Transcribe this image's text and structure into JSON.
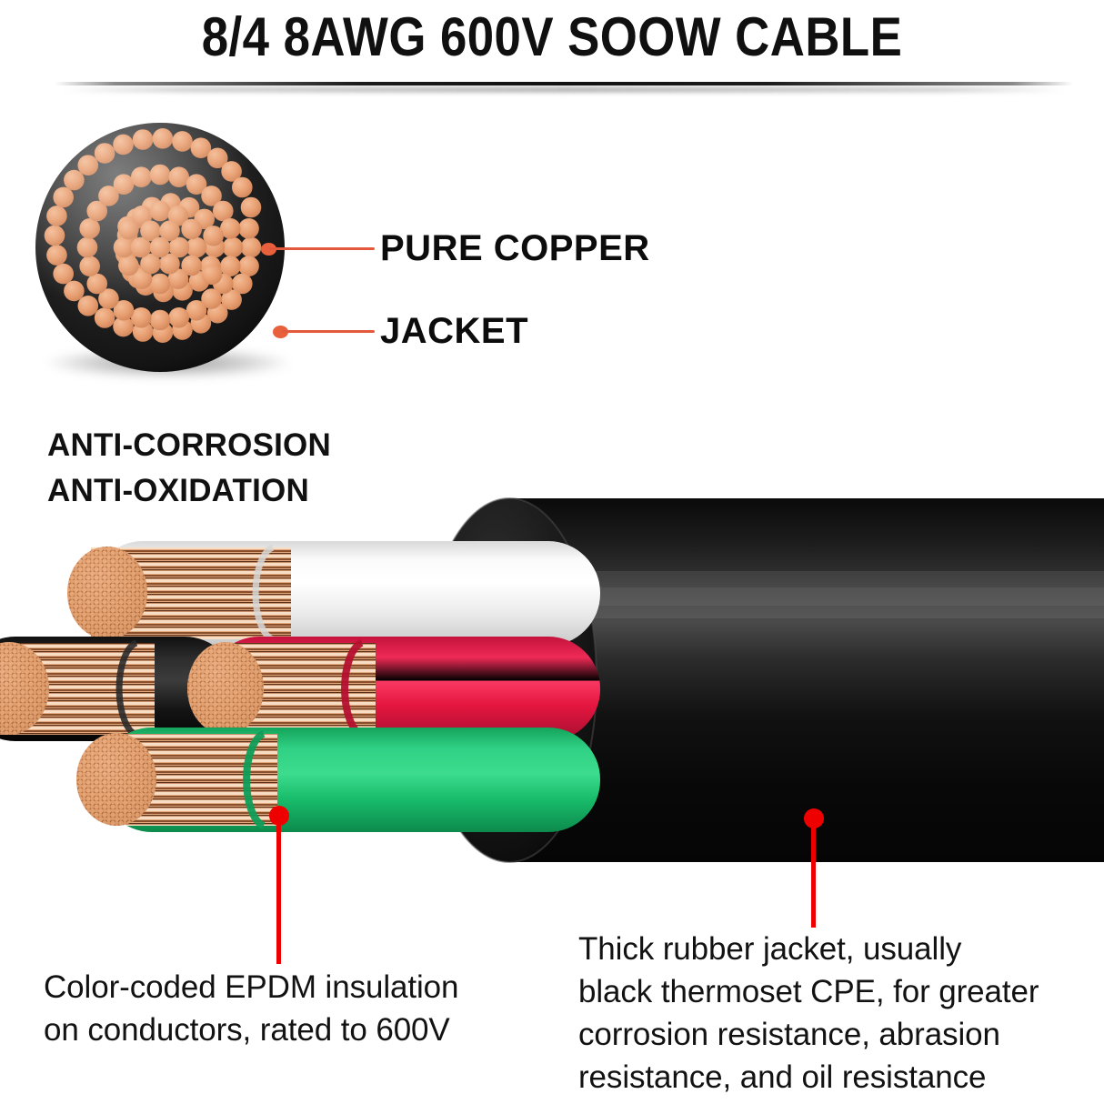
{
  "header": {
    "title": "8/4 8AWG 600V SOOW CABLE"
  },
  "cross_section": {
    "name": "cable-cross-section",
    "jacket_color": "#1d1d1d",
    "strand_color": "#e9a174",
    "strand_count": 91,
    "callouts": [
      {
        "label": "PURE COPPER",
        "target": "copper-strand",
        "line_color": "#e2593b"
      },
      {
        "label": "JACKET",
        "target": "outer-jacket",
        "line_color": "#e2593b"
      }
    ],
    "features": [
      "ANTI-CORROSION",
      "ANTI-OXIDATION"
    ]
  },
  "main_cable": {
    "jacket_color": "#0b0b0b",
    "conductors": [
      {
        "name": "white-conductor",
        "insulation_color": "#f4f4f4",
        "label": "white"
      },
      {
        "name": "black-conductor",
        "insulation_color": "#121212",
        "label": "black"
      },
      {
        "name": "red-conductor",
        "insulation_color": "#e8234c",
        "label": "red"
      },
      {
        "name": "green-conductor",
        "insulation_color": "#1fc470",
        "label": "green"
      }
    ],
    "copper_color": "#de9a68"
  },
  "annotations": {
    "pointer_color": "#ef0000",
    "insulation_caption": {
      "lines": [
        "Color-coded EPDM insulation",
        "on conductors, rated to 600V"
      ]
    },
    "jacket_caption": {
      "lines": [
        "Thick rubber jacket, usually",
        "black thermoset CPE, for greater",
        "corrosion resistance, abrasion",
        "resistance, and oil resistance"
      ]
    }
  }
}
